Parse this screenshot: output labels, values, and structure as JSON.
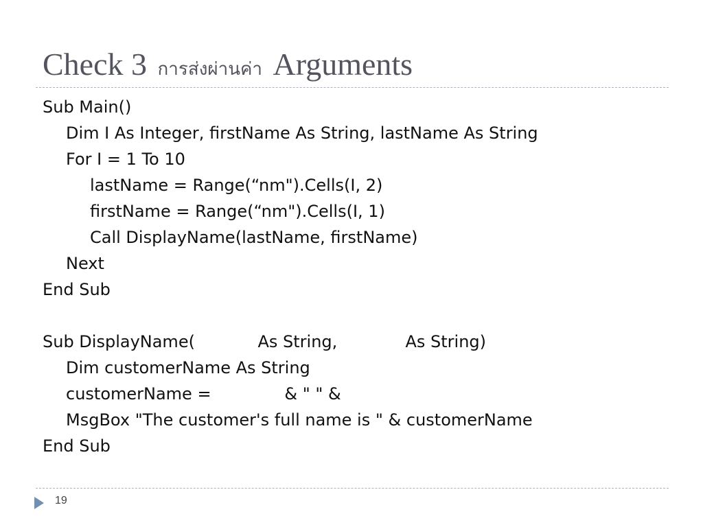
{
  "slide": {
    "title_prefix": "Check 3",
    "title_thai": "การส่งผ่านค่า",
    "title_suffix": "Arguments",
    "page_number": "19"
  },
  "code_lines": [
    "Sub Main()",
    "Dim I As Integer, firstName As String, lastName As String",
    "For I = 1 To 10",
    "lastName = Range(“nm\").Cells(I, 2)",
    "firstName = Range(“nm\").Cells(I, 1)",
    "Call DisplayName(lastName, firstName)",
    "Next",
    "End Sub",
    "",
    "Sub DisplayName(            As String,             As String)",
    "Dim customerName As String",
    "customerName =              & \" \" &",
    "MsgBox \"The customer's full name is \" & customerName",
    "End Sub"
  ],
  "icons": {
    "pager": "play-arrow-icon"
  },
  "colors": {
    "title": "#54545e",
    "rule": "#a8b2c3",
    "arrow": "#6f8fb3"
  }
}
